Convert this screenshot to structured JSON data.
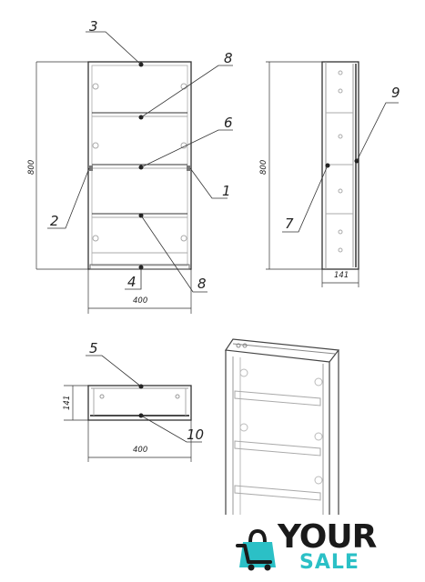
{
  "callouts": {
    "front": [
      "3",
      "8",
      "6",
      "1",
      "2",
      "8",
      "4"
    ],
    "side": [
      "9",
      "7"
    ],
    "top": [
      "5",
      "10"
    ]
  },
  "dimensions": {
    "front_height": "800",
    "front_width": "400",
    "side_height": "800",
    "side_depth": "141",
    "top_depth": "141",
    "top_width": "400"
  },
  "logo": {
    "word1": "YOUR",
    "word2": "SALE",
    "colors": {
      "dark": "#1a1a1a",
      "teal": "#2bc0c6"
    },
    "icon": "shopping-bag-icon"
  }
}
